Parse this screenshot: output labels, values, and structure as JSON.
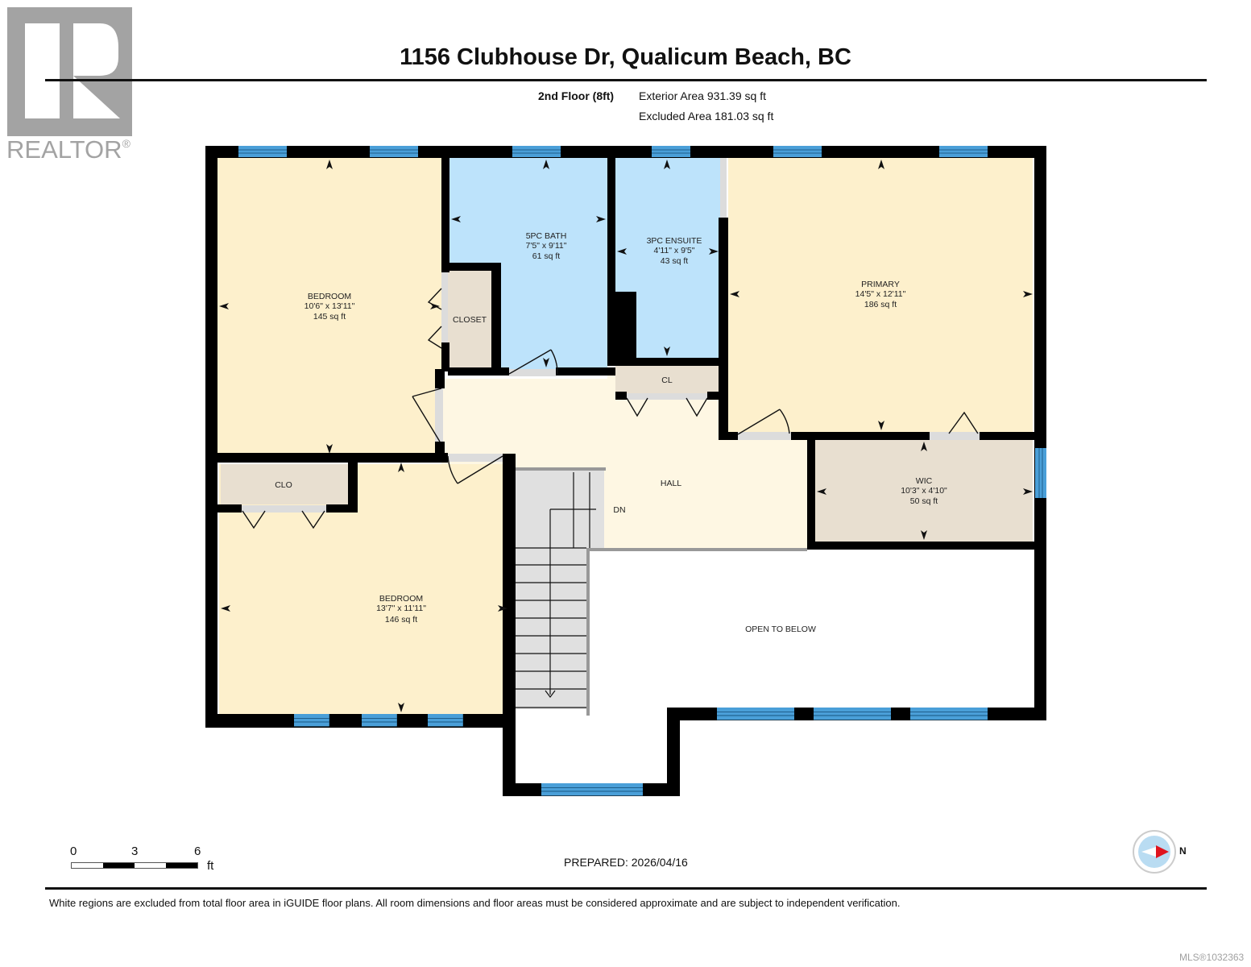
{
  "branding": {
    "logo_text": "REALTOR",
    "registered_mark": "®"
  },
  "header": {
    "address": "1156 Clubhouse Dr, Qualicum Beach, BC",
    "floor_label": "2nd Floor (8ft)",
    "exterior_area": "Exterior Area 931.39 sq ft",
    "excluded_area": "Excluded Area 181.03 sq ft"
  },
  "colors": {
    "bedroom_fill": "#fdf0cc",
    "hall_fill": "#fef7e3",
    "bath_fill": "#bde3fb",
    "closet_fill": "#e8dfd0",
    "stairs_fill": "#e0e0e0",
    "wall": "#000000",
    "window": "#4a9fd8",
    "logo_gray": "#a3a3a3"
  },
  "rooms": {
    "bedroom1": {
      "name": "BEDROOM",
      "dims": "10'6\" x 13'11\"",
      "area": "145 sq ft"
    },
    "closet1": {
      "name": "CLOSET"
    },
    "bath": {
      "name": "5PC BATH",
      "dims": "7'5\" x 9'11\"",
      "area": "61 sq ft"
    },
    "ensuite": {
      "name": "3PC ENSUITE",
      "dims": "4'11\" x 9'5\"",
      "area": "43 sq ft"
    },
    "primary": {
      "name": "PRIMARY",
      "dims": "14'5\" x 12'11\"",
      "area": "186 sq ft"
    },
    "cl": {
      "name": "CL"
    },
    "hall": {
      "name": "HALL"
    },
    "stairs": {
      "name": "DN"
    },
    "wic": {
      "name": "WIC",
      "dims": "10'3\" x 4'10\"",
      "area": "50 sq ft"
    },
    "clo": {
      "name": "CLO"
    },
    "bedroom2": {
      "name": "BEDROOM",
      "dims": "13'7\" x 11'11\"",
      "area": "146 sq ft"
    },
    "open": {
      "name": "OPEN TO BELOW"
    }
  },
  "scale": {
    "ticks": [
      "0",
      "3",
      "6"
    ],
    "unit": "ft"
  },
  "footer": {
    "prepared": "PREPARED: 2026/04/16",
    "compass_label": "N",
    "disclaimer": "White regions are excluded from total floor area in iGUIDE floor plans. All room dimensions and floor areas must be considered approximate and are subject to independent verification.",
    "mls": "MLS®1032363"
  }
}
